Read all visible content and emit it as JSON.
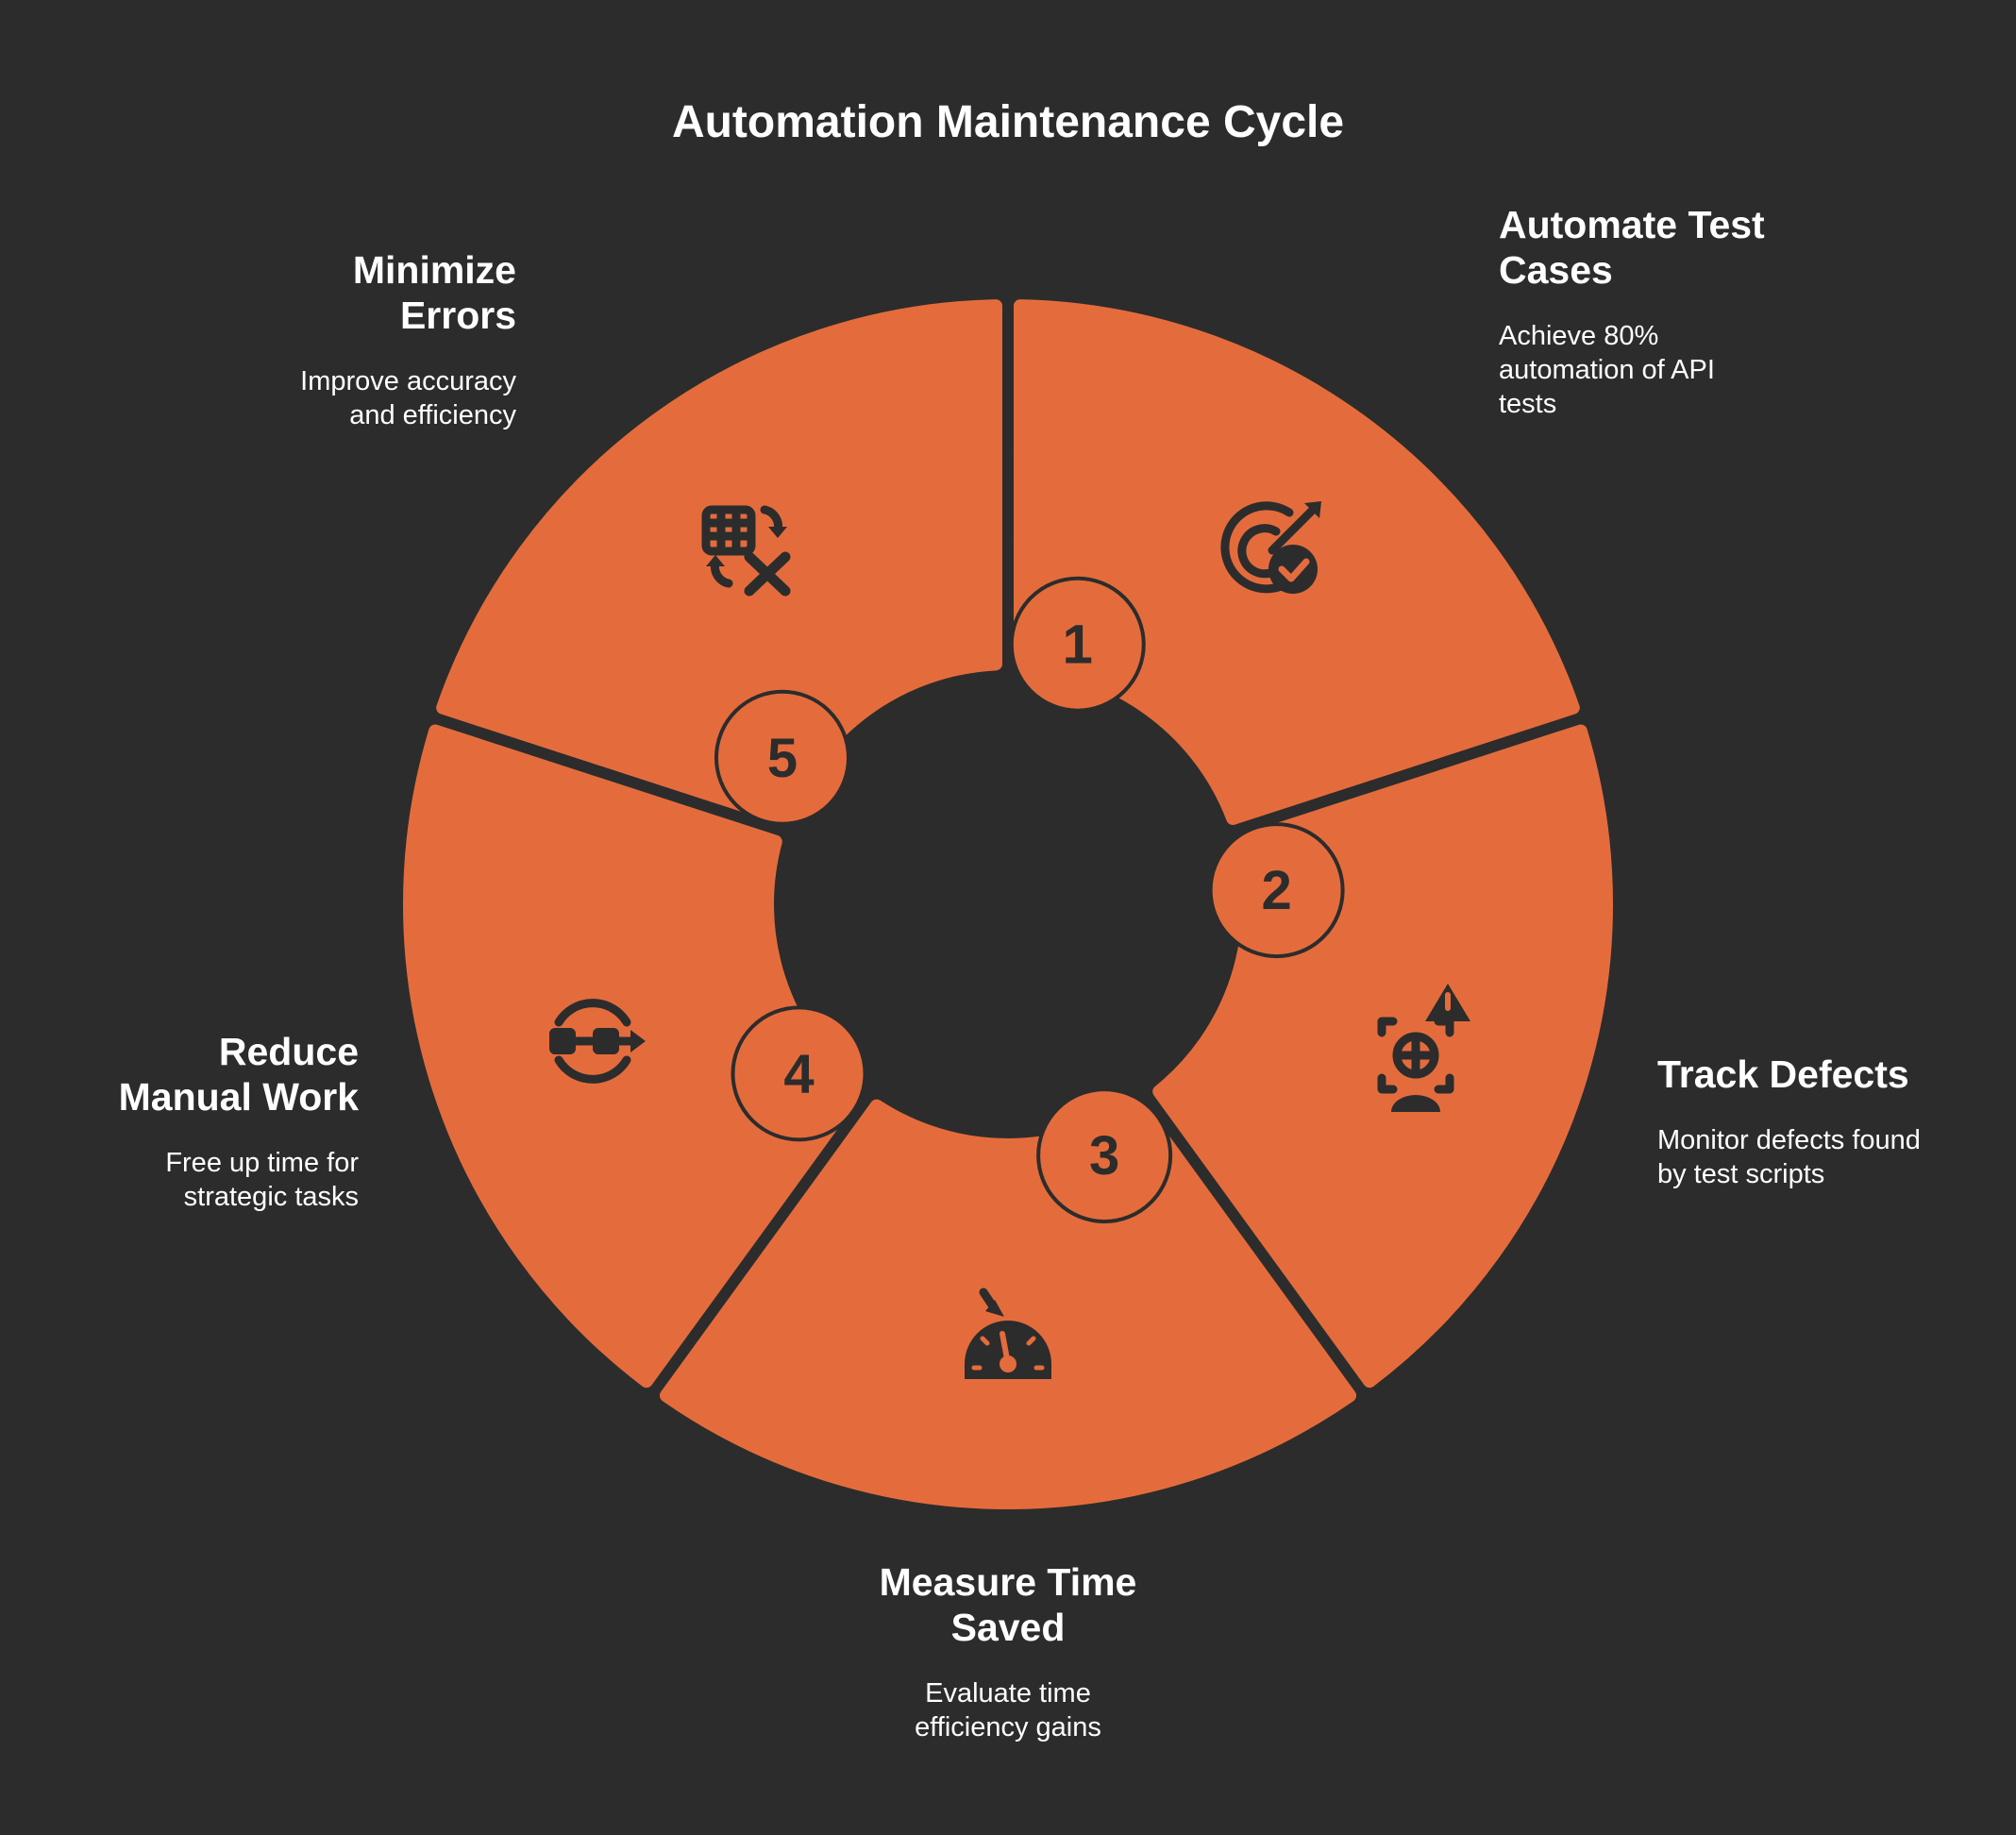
{
  "title": "Automation Maintenance Cycle",
  "colors": {
    "background": "#2c2c2c",
    "segment": "#e46c3c",
    "text": "#ffffff"
  },
  "steps": [
    {
      "number": "1",
      "title": "Automate Test Cases",
      "description": "Achieve 80% automation of API tests",
      "icon": "target-check-icon"
    },
    {
      "number": "2",
      "title": "Track Defects",
      "description": "Monitor defects found by test scripts",
      "icon": "defect-warning-icon"
    },
    {
      "number": "3",
      "title": "Measure Time Saved",
      "description": "Evaluate time efficiency gains",
      "icon": "speedometer-icon"
    },
    {
      "number": "4",
      "title": "Reduce Manual Work",
      "description": "Free up time for strategic tasks",
      "icon": "manual-link-cycle-icon"
    },
    {
      "number": "5",
      "title": "Minimize Errors",
      "description": "Improve accuracy and efficiency",
      "icon": "grid-error-icon"
    }
  ]
}
